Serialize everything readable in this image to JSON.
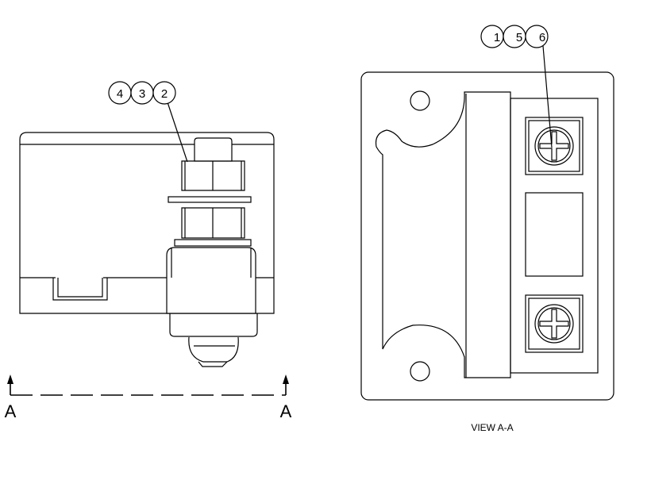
{
  "callouts": {
    "left": [
      "4",
      "3",
      "2"
    ],
    "right": [
      "1",
      "5",
      "6"
    ]
  },
  "section_markers": {
    "left": "A",
    "right": "A"
  },
  "view_label": "VIEW A-A"
}
